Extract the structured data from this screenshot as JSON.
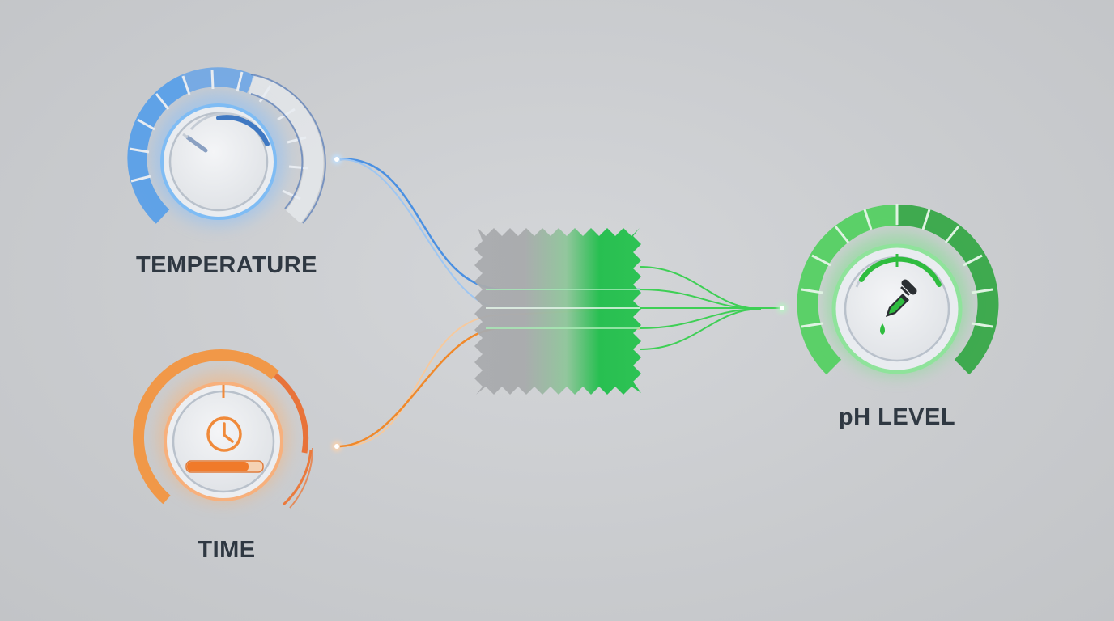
{
  "dials": {
    "temperature": {
      "label": "TEMPERATURE",
      "color": "#4a90e2",
      "icon": "thermometer-gauge-icon"
    },
    "time": {
      "label": "TIME",
      "color": "#f0892b",
      "icon": "clock-icon"
    },
    "ph": {
      "label": "pH LEVEL",
      "color": "#2fbd3f",
      "icon": "dropper-icon"
    }
  },
  "colors": {
    "blue": "#4a90e2",
    "orange": "#f0892b",
    "green": "#2fbd3f",
    "label_text": "#2f3842"
  }
}
